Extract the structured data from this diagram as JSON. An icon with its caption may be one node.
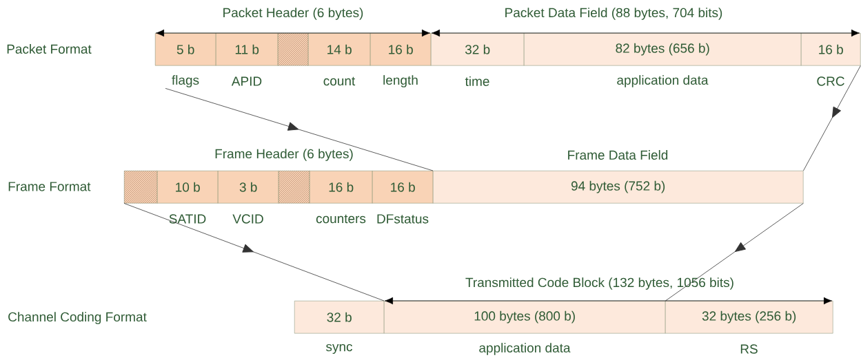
{
  "diagram": {
    "nodes": [
      {
        "text": [
          "5 b"
        ],
        "beside": [
          "flags"
        ]
      },
      {
        "text": [
          "11 b"
        ],
        "beside": [
          "APID"
        ]
      },
      {
        "text": [],
        "shape": "box"
      },
      {
        "text": [
          "14 b"
        ],
        "beside": [
          "count"
        ]
      },
      {
        "text": [
          "16 b"
        ],
        "beside": [
          "length"
        ]
      },
      {
        "text": [
          "32 b"
        ],
        "beside": [
          "time"
        ]
      },
      {
        "text": [
          "82 bytes (656 b)"
        ],
        "beside": [
          "application data"
        ]
      },
      {
        "text": [
          "16 b"
        ],
        "beside": [
          "CRC"
        ]
      },
      {
        "text": [],
        "shape": "box"
      },
      {
        "text": [
          "10 b"
        ],
        "beside": [
          "SATID"
        ]
      },
      {
        "text": [
          "3 b"
        ],
        "beside": [
          "VCID"
        ]
      },
      {
        "text": [],
        "shape": "box"
      },
      {
        "text": [
          "16 b"
        ],
        "beside": [
          "counters"
        ]
      },
      {
        "text": [
          "16 b"
        ],
        "beside": [
          "DFstatus"
        ]
      },
      {
        "text": [
          "94 bytes (752 b)"
        ]
      },
      {
        "text": [
          "32 b"
        ],
        "beside": [
          "sync"
        ]
      },
      {
        "text": [
          "100 bytes (800 b)"
        ],
        "beside": [
          "application data"
        ]
      },
      {
        "text": [
          "32 bytes (256 b)"
        ],
        "beside": [
          "RS"
        ]
      }
    ],
    "edges": [
      {
        "from": 0,
        "to": 14,
        "arrow": "to"
      },
      {
        "from": 7,
        "to": 14,
        "arrow": "to"
      },
      {
        "from": 8,
        "to": 16,
        "arrow": "to"
      },
      {
        "from": 14,
        "to": 16,
        "arrow": "to"
      }
    ],
    "labels": [
      "Packet Header (6 bytes)",
      "Packet Data Field (88 bytes, 704 bits)",
      "Packet Format",
      "Frame Header (6 bytes)",
      "Frame Data Field",
      "Frame Format",
      "Transmitted Code Block (132 bytes, 1056 bits)",
      "Channel Coding Format"
    ]
  }
}
